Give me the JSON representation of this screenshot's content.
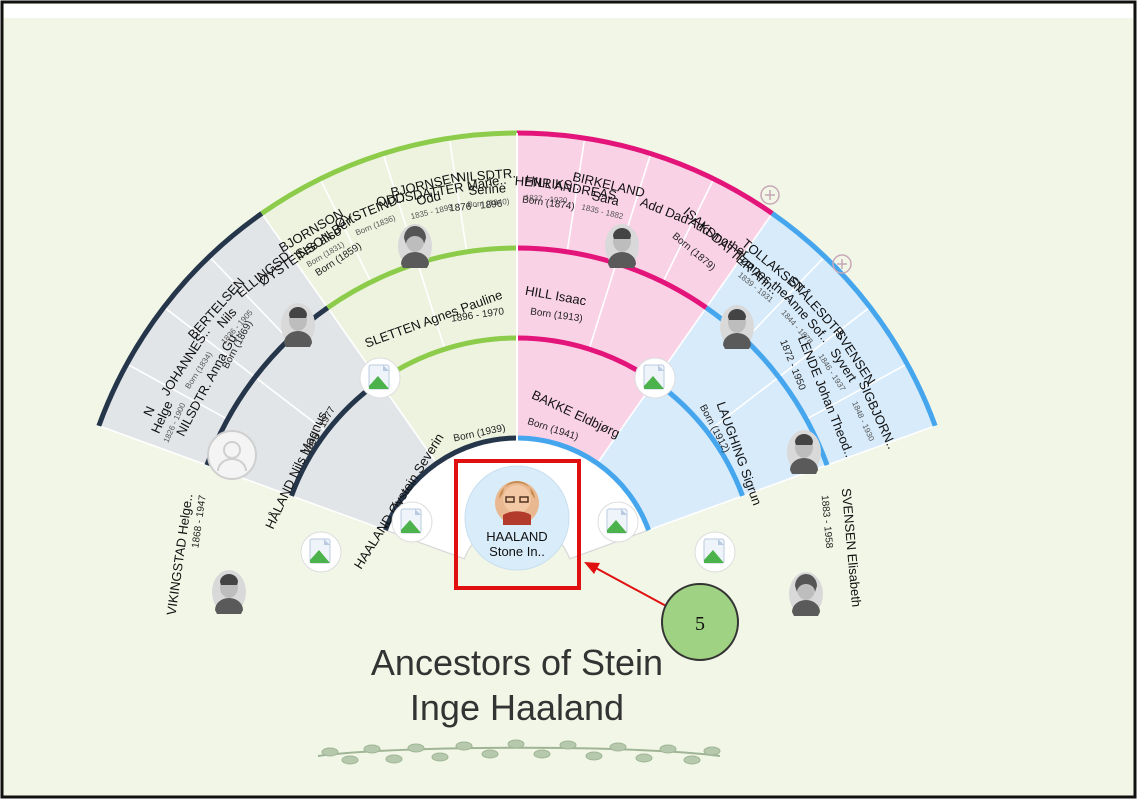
{
  "chart": {
    "title_line1": "Ancestors of Stein",
    "title_line2": "Inge Haaland",
    "colors": {
      "background": "#f2f6e6",
      "paternal_grandfather_line": "#8ccc4a",
      "paternal_fill": "#eef3df",
      "maternal_line": "#e3147a",
      "maternal_fill": "#fad2e6",
      "maternal_maternal_line": "#45a6ee",
      "maternal_maternal_fill": "#d7ebfb",
      "paternal_grandmother_line": "#26364a",
      "paternal_grandmother_fill": "#e2e5e8",
      "center_fill": "#d9ecf9",
      "highlight_box": "#e01010",
      "callout_fill": "#9fd383",
      "callout_arrow": "#e01010"
    }
  },
  "center": {
    "line1": "HAALAND",
    "line2": "Stone In.."
  },
  "callout": {
    "number": "5"
  },
  "people": {
    "father": {
      "name": "HAALAND Øystein Severin",
      "dates": "Born (1939)"
    },
    "mother": {
      "name": "BAKKE Eldbjørg",
      "dates": "Born (1941)"
    },
    "pgf": {
      "name": "SLETTEN Agnes Pauline",
      "dates": "1896 - 1970"
    },
    "pgm": {
      "name": "HÅLAND Nils Magnus",
      "dates": "1896 - 1977"
    },
    "mgf": {
      "name": "HILL Isaac",
      "dates": "Born (1913)"
    },
    "mgm": {
      "name": "LAUGHING Sigrun",
      "dates": "Born (1912)"
    },
    "g3_1": {
      "name": "VIKINGSTAD Helge..",
      "dates": "1868 - 1947"
    },
    "g3_2": {
      "name": "NILSDTR. Anna Gu..",
      "dates": "Born (1869)"
    },
    "g3_3": {
      "name": "ØYSTEINSON Bert..",
      "dates": "Born (1859)"
    },
    "g3_4": {
      "name": "ODDSDATTER Marie..",
      "dates": "1876 - 1896"
    },
    "g3_5": {
      "name": "HILL ANDREAS",
      "dates": "Born (1874)"
    },
    "g3_6": {
      "name": "ISAKSDATTER Ann..",
      "dates": "Born (1879)"
    },
    "g3_7": {
      "name": "LENDE Johan Theod..",
      "dates": "1872 - 1950"
    },
    "g3_8": {
      "name": "SVENSEN Elisabeth",
      "dates": "1883 - 1958"
    },
    "g4": [
      {
        "l1": "N",
        "l2": "Helge",
        "dates": "1826 - 1900"
      },
      {
        "l1": "JOHANNES..",
        "l2": "",
        "dates": "Born (1834)"
      },
      {
        "l1": "BERTELSEN",
        "l2": "Nils",
        "dates": "1836 - 1905"
      },
      {
        "l1": "ELLINGSD..",
        "l2": "",
        "dates": ""
      },
      {
        "l1": "BJORNSON",
        "l2": "See also",
        "dates": "Born (1831)"
      },
      {
        "l1": "ØYSTEIND..",
        "l2": "",
        "dates": "Born (1836)"
      },
      {
        "l1": "BJORNSEN",
        "l2": "Odd",
        "dates": "1835 - 1899"
      },
      {
        "l1": "NILSDTR.",
        "l2": "Serine",
        "dates": "Born (1840)"
      },
      {
        "l1": "HENRIKS..",
        "l2": "",
        "dates": "1837 - 1920"
      },
      {
        "l1": "BIRKELAND",
        "l2": "Sara",
        "dates": "1835 - 1882"
      },
      {
        "l1": "Add Dad",
        "l2": "",
        "dates": ""
      },
      {
        "l1": "Add mother",
        "l2": "",
        "dates": ""
      },
      {
        "l1": "TOLLAKSEN",
        "l2": "Tønnes the..",
        "dates": "1839 - 1931"
      },
      {
        "l1": "STÅLESDTR.",
        "l2": "Anne Sof..",
        "dates": "1844 - 1878"
      },
      {
        "l1": "SVENSEN",
        "l2": "Syvert",
        "dates": "1846 - 1937"
      },
      {
        "l1": "SIGBJORN..",
        "l2": "",
        "dates": "1848 - 1930"
      }
    ]
  }
}
